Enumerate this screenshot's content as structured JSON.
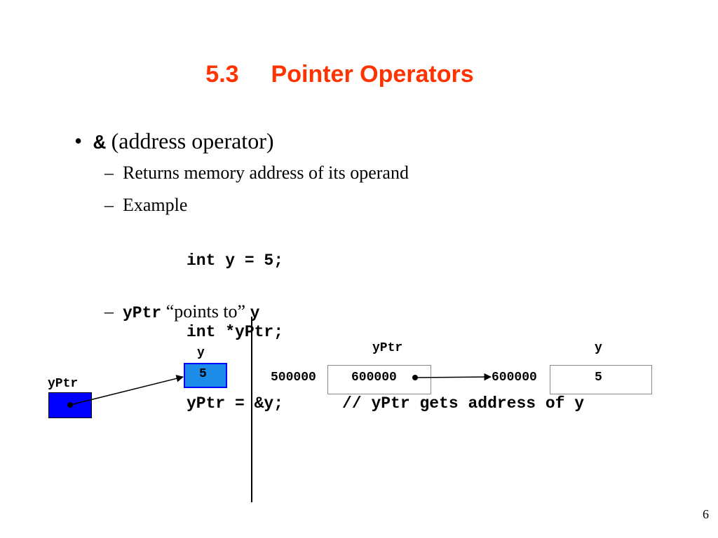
{
  "slide": {
    "title_number": "5.3",
    "title_text": "Pointer Operators",
    "bullet1": {
      "symbol": "&",
      "text": "(address operator)"
    },
    "sub1": "Returns memory address of its operand",
    "sub2": "Example",
    "code": [
      "int y = 5;",
      "int *yPtr;",
      "yPtr = &y;"
    ],
    "code_comment": "// yPtr gets address of y",
    "sub3": {
      "var1": "yPtr",
      "text": "“points to”",
      "var2": "y"
    },
    "page_number": "6"
  },
  "left_diagram": {
    "y_label": "y",
    "y_value": "5",
    "yptr_label": "yPtr"
  },
  "right_diagram": {
    "yptr_label": "yPtr",
    "y_label": "y",
    "yptr_address": "500000",
    "yptr_value": "600000",
    "y_address": "600000",
    "y_value": "5"
  },
  "colors": {
    "title": "#ff3300",
    "box_blue": "#0000ff",
    "box_y_fill": "#1c8ce8",
    "dash": "#ff3300"
  }
}
